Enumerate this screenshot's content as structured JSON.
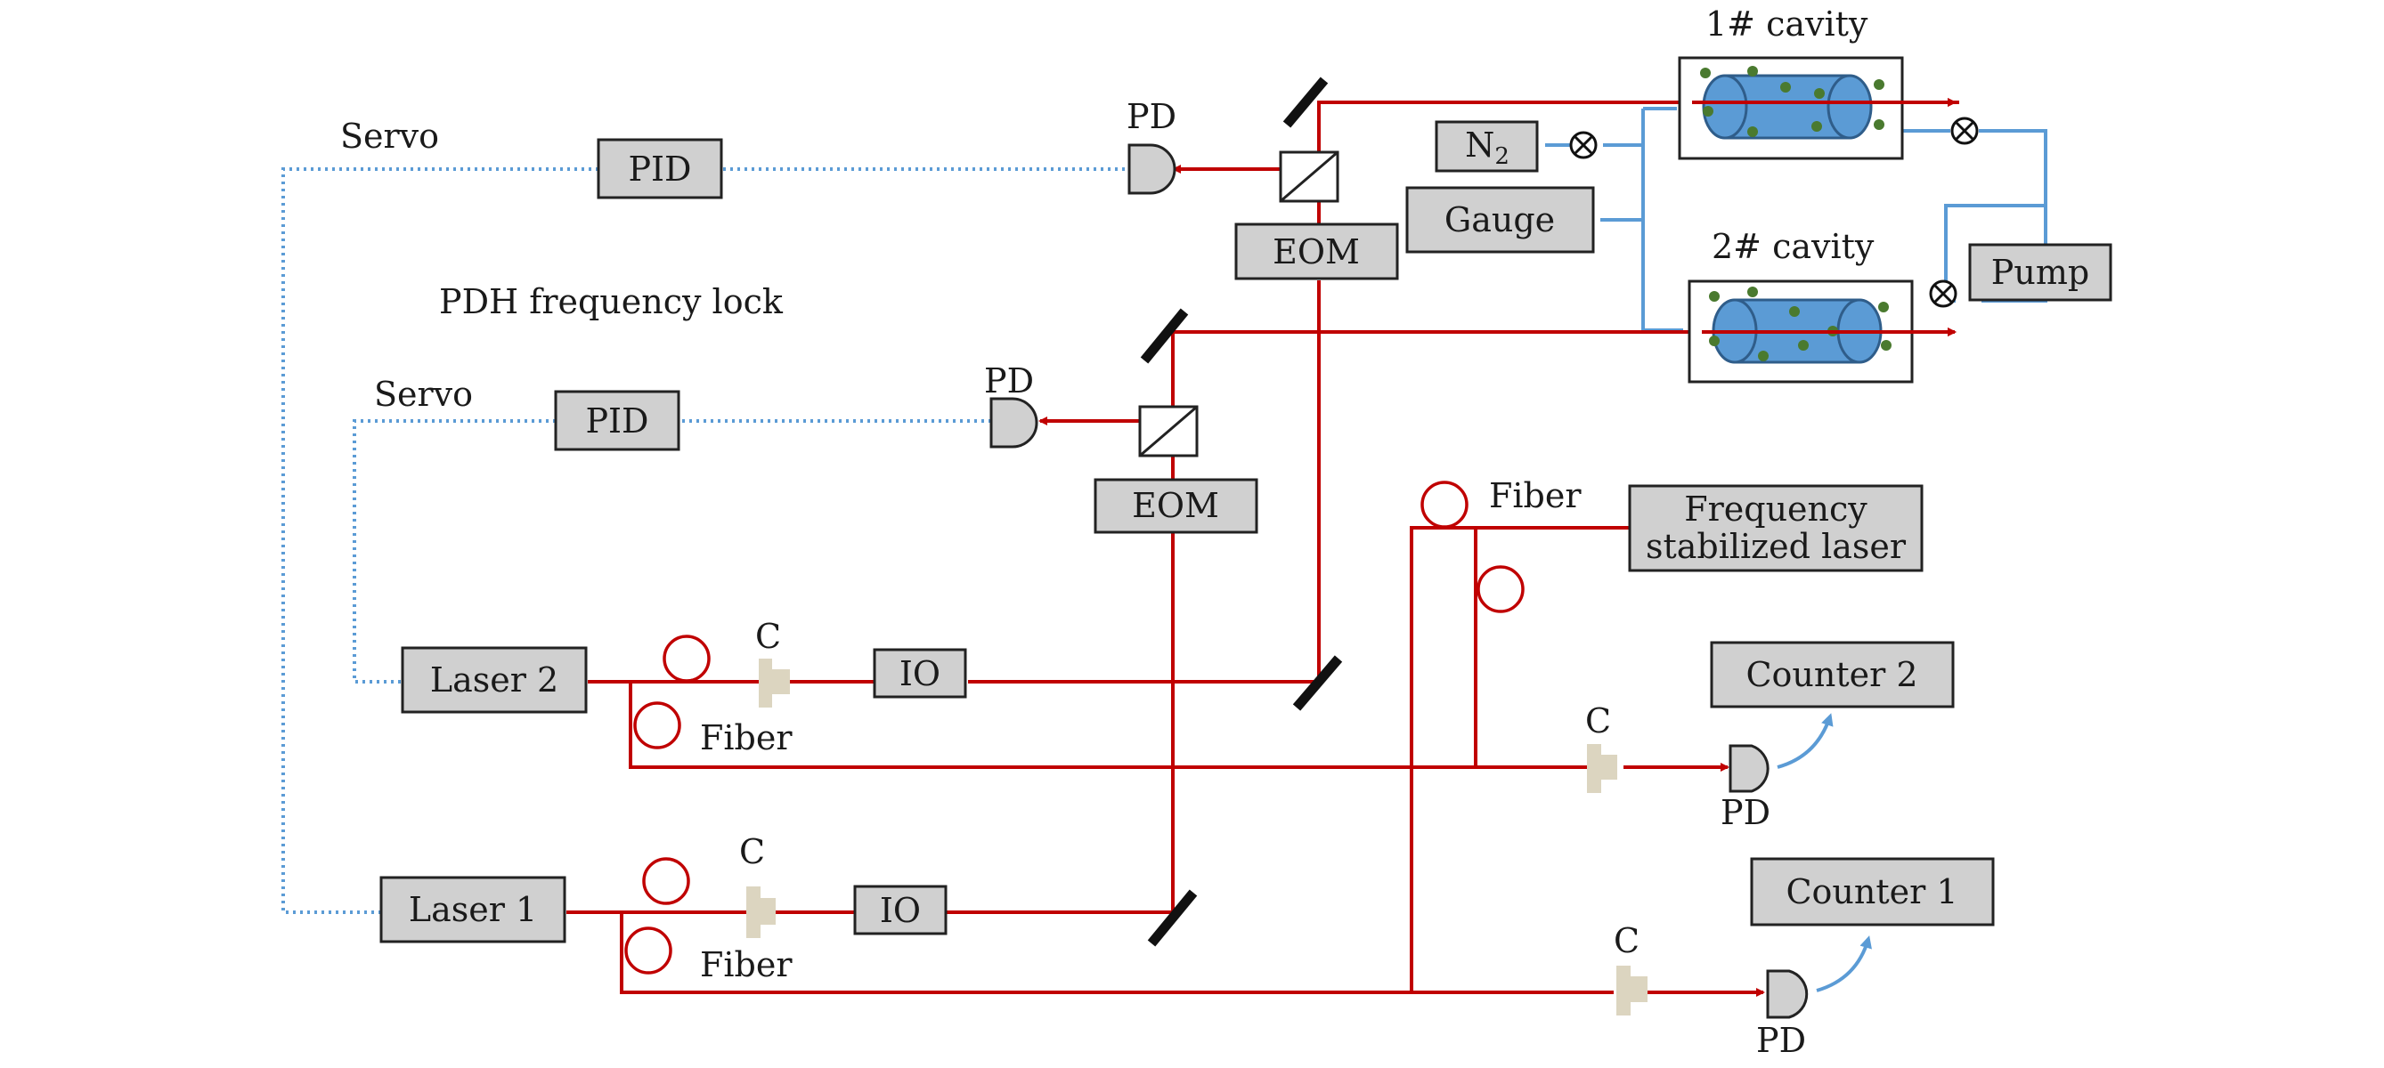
{
  "labels": {
    "servo": "Servo",
    "pid": "PID",
    "pd": "PD",
    "eom": "EOM",
    "n2": "N",
    "n2_sub": "2",
    "gauge": "Gauge",
    "cavity1": "1# cavity",
    "cavity2": "2# cavity",
    "pump": "Pump",
    "pdh": "PDH frequency lock",
    "fiber": "Fiber",
    "freq_laser_line1": "Frequency",
    "freq_laser_line2": "stabilized laser",
    "laser2": "Laser 2",
    "laser1": "Laser 1",
    "coupler": "C",
    "isolator": "IO",
    "counter2": "Counter 2",
    "counter1": "Counter 1"
  },
  "colors": {
    "beam": "#c00000",
    "gas_line": "#5b9bd5",
    "box_fill": "#d0d0d0",
    "cavity_tube": "#5b9bd5",
    "molecules": "#4a7a2f",
    "coupler": "#dcd5c0"
  }
}
